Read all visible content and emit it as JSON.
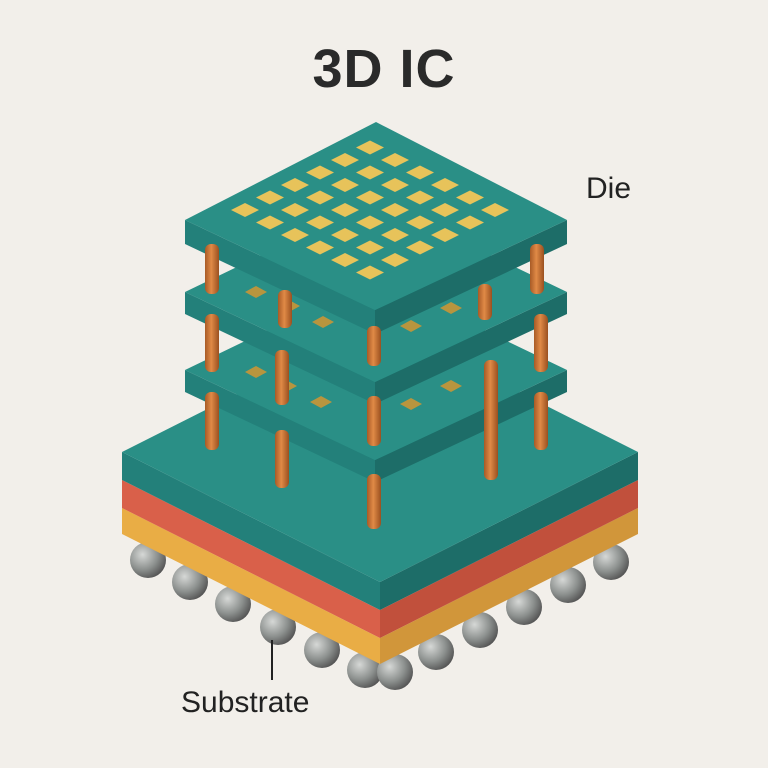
{
  "title": "3D IC",
  "labels": {
    "die": "Die",
    "substrate": "Substrate"
  },
  "colors": {
    "background": "#f2efea",
    "die_top": "#2a8f86",
    "die_left": "#23807a",
    "die_right": "#1d6d68",
    "pads": "#e7c35a",
    "tsv": "#c9773a",
    "substrate_red": "#d9604a",
    "substrate_yellow": "#e9ad45",
    "solder_ball": "#8e9290",
    "text": "#222222"
  },
  "structure": {
    "stacked_dies": 3,
    "top_die_pad_grid": "6x6",
    "layers": [
      "die",
      "die",
      "die",
      "substrate-teal",
      "substrate-red",
      "substrate-yellow"
    ],
    "solder_balls": true
  }
}
